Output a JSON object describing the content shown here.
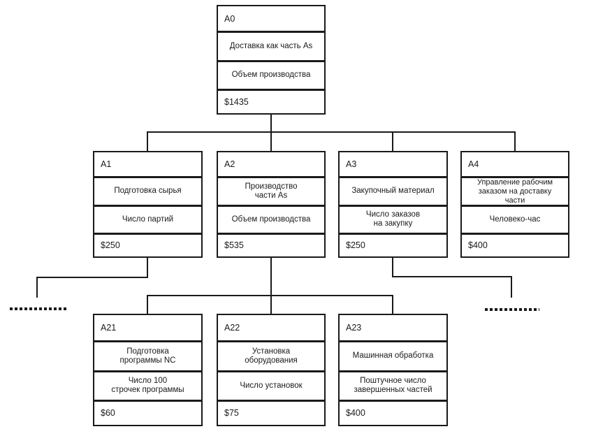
{
  "diagram": {
    "type": "activity-cost-hierarchy",
    "colors": {
      "line": "#1a1a1a",
      "background": "#ffffff",
      "text": "#1a1a1a"
    },
    "ellipsis_note": "dotted rows mark omitted child branches under A1 and A3",
    "nodes": [
      {
        "code": "A0",
        "name": "Доставка как часть As",
        "driver": "Объем производства",
        "cost": "$1435",
        "parent": null
      },
      {
        "code": "A1",
        "name": "Подготовка сырья",
        "driver": "Число партий",
        "cost": "$250",
        "parent": "A0",
        "children_omitted": true
      },
      {
        "code": "A2",
        "name": "Производство\nчасти As",
        "driver": "Объем производства",
        "cost": "$535",
        "parent": "A0"
      },
      {
        "code": "A3",
        "name": "Закупочный материал",
        "driver": "Число заказов\nна закупку",
        "cost": "$250",
        "parent": "A0",
        "children_omitted": true
      },
      {
        "code": "A4",
        "name": "Управление рабочим\nзаказом на доставку\nчасти",
        "driver": "Человеко-час",
        "cost": "$400",
        "parent": "A0"
      },
      {
        "code": "A21",
        "name": "Подготовка\nпрограммы NC",
        "driver": "Число 100\nстрочек программы",
        "cost": "$60",
        "parent": "A2"
      },
      {
        "code": "A22",
        "name": "Установка\nоборудования",
        "driver": "Число установок",
        "cost": "$75",
        "parent": "A2"
      },
      {
        "code": "A23",
        "name": "Машинная обработка",
        "driver": "Поштучное число\nзавершенных частей",
        "cost": "$400",
        "parent": "A2"
      }
    ]
  }
}
